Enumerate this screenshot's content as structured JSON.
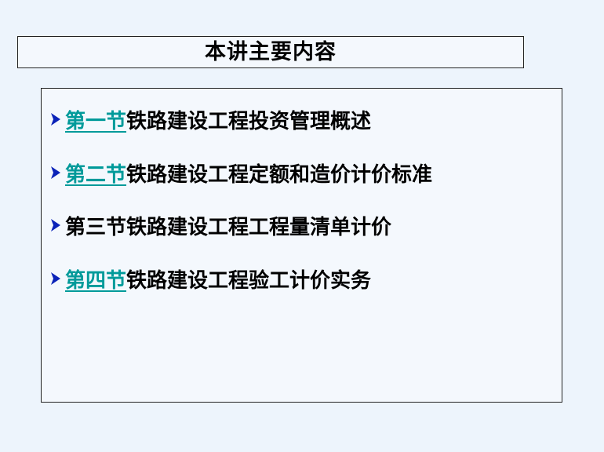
{
  "slide": {
    "title": "本讲主要内容",
    "items": [
      {
        "section": "第一节",
        "text": "铁路建设工程投资管理概述",
        "linked": true
      },
      {
        "section": "第二节",
        "text": "铁路建设工程定额和造价计价标准",
        "linked": true
      },
      {
        "section": "第三节",
        "text": "铁路建设工程工程量清单计价",
        "linked": false
      },
      {
        "section": "第四节",
        "text": "铁路建设工程验工计价实务",
        "linked": true
      }
    ]
  },
  "colors": {
    "background": "#edf4fc",
    "box_fill": "#f4f8fd",
    "border": "#222222",
    "link": "#009a9a",
    "bullet": "#0b23b8",
    "text": "#000000"
  },
  "icons": {
    "bullet": "arrowhead-bullet-icon"
  }
}
